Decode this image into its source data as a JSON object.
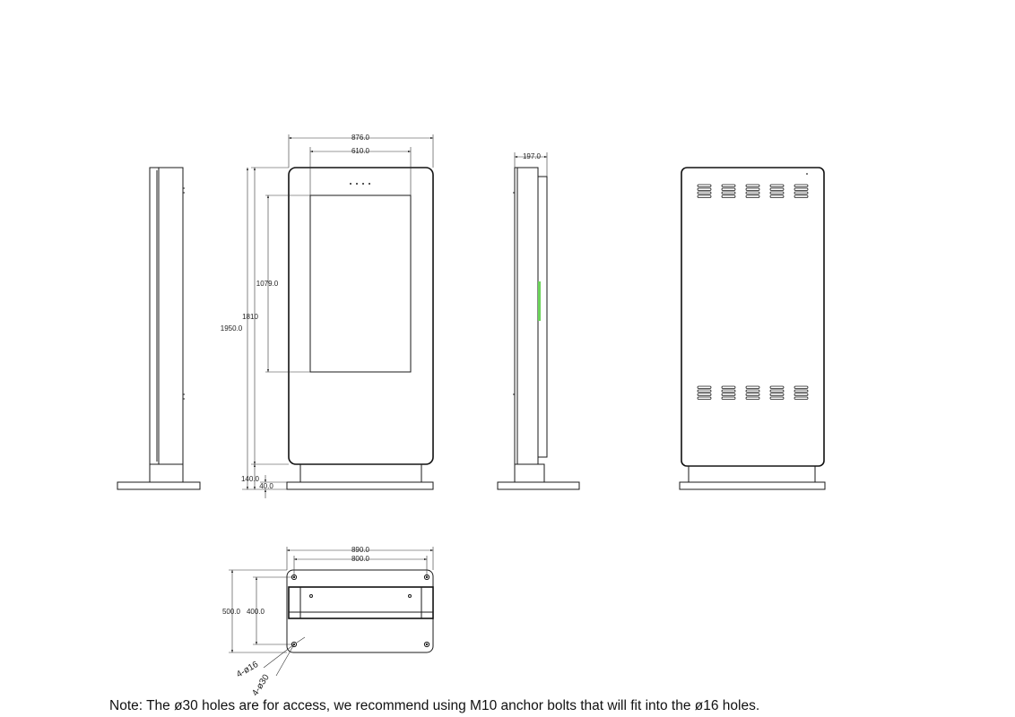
{
  "dimensions": {
    "front_width": "876.0",
    "screen_width": "610.0",
    "screen_height": "1079.0",
    "cabinet_height": "1810",
    "total_height": "1950.0",
    "base_height": "140.0",
    "base_plate_thickness": "40.0",
    "side_depth": "197.0",
    "base_width": "890.0",
    "bolt_spacing_width": "800.0",
    "base_depth": "500.0",
    "bolt_spacing_depth": "400.0"
  },
  "hole_labels": {
    "anchor_holes": "4-ø16",
    "access_holes": "4-ø30"
  },
  "note": "Note: The ø30 holes are for access, we recommend using M10 anchor bolts that will fit into the ø16 holes.",
  "colors": {
    "line": "#1a1a1a",
    "sensor_strip": "#6bd35a"
  }
}
